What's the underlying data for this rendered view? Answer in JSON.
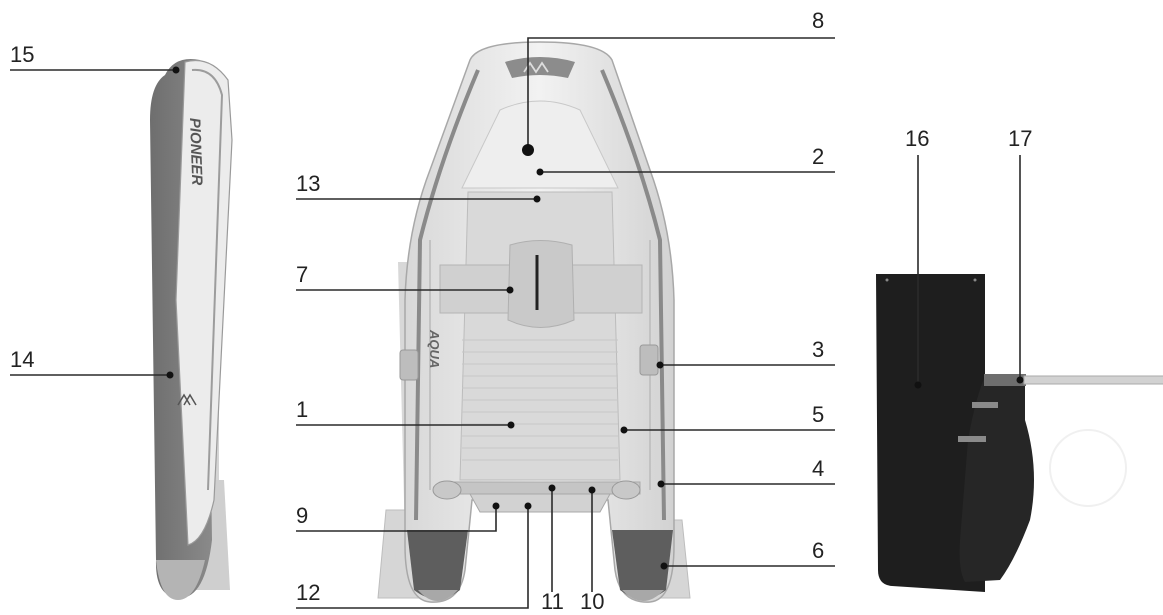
{
  "side_view": {
    "brand_text": "PIONEER"
  },
  "main_view": {
    "side_brand_text": "AQUA"
  },
  "callouts": [
    {
      "id": "1",
      "label": "1"
    },
    {
      "id": "2",
      "label": "2"
    },
    {
      "id": "3",
      "label": "3"
    },
    {
      "id": "4",
      "label": "4"
    },
    {
      "id": "5",
      "label": "5"
    },
    {
      "id": "6",
      "label": "6"
    },
    {
      "id": "7",
      "label": "7"
    },
    {
      "id": "8",
      "label": "8"
    },
    {
      "id": "9",
      "label": "9"
    },
    {
      "id": "10",
      "label": "10"
    },
    {
      "id": "11",
      "label": "11"
    },
    {
      "id": "12",
      "label": "12"
    },
    {
      "id": "13",
      "label": "13"
    },
    {
      "id": "14",
      "label": "14"
    },
    {
      "id": "15",
      "label": "15"
    },
    {
      "id": "16",
      "label": "16"
    },
    {
      "id": "17",
      "label": "17"
    }
  ],
  "colors": {
    "hull_light": "#e6e6e6",
    "hull_dark": "#7b7b7b",
    "floor": "#d5d5d5",
    "fin_black": "#1e1e1e",
    "line": "#2a2a2a"
  }
}
